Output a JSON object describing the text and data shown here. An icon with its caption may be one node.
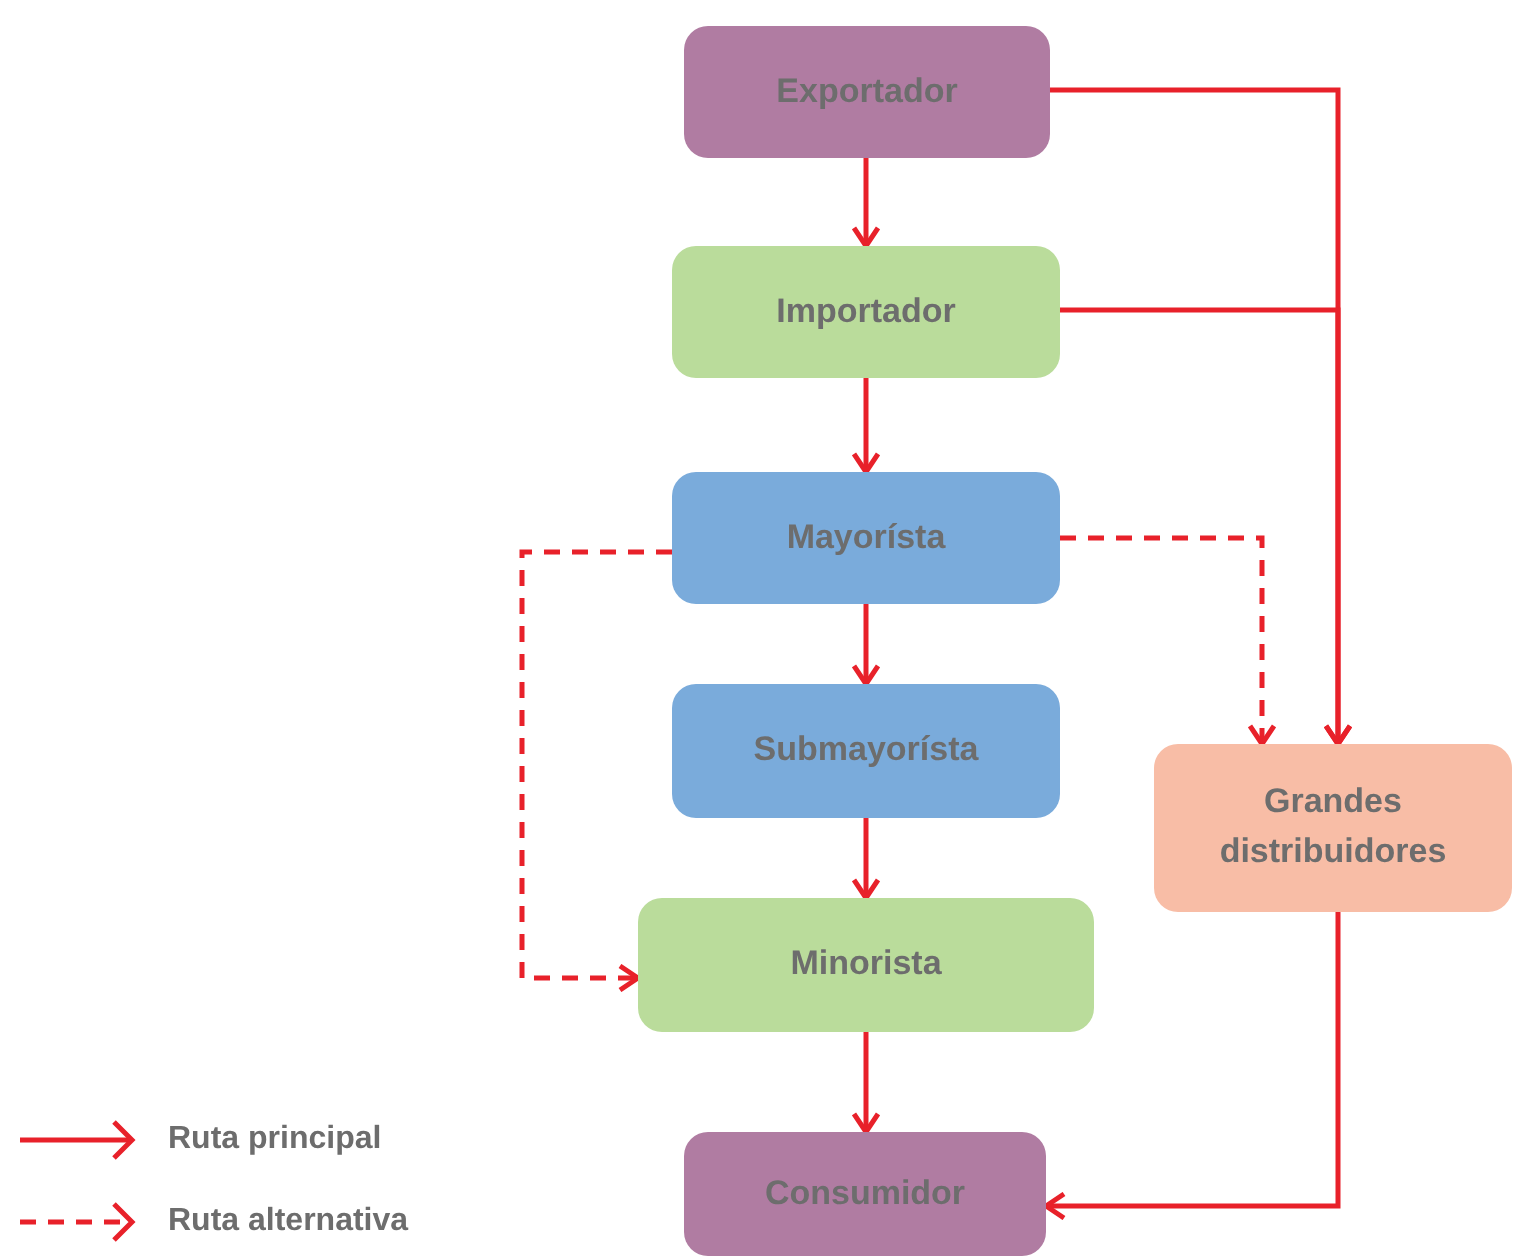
{
  "diagram": {
    "nodes": [
      {
        "text": [
          "Exportador"
        ]
      },
      {
        "text": [
          "Importador"
        ]
      },
      {
        "text": [
          "Mayorísta"
        ]
      },
      {
        "text": [
          "Submayorísta"
        ]
      },
      {
        "text": [
          "Grandes distribuidores"
        ]
      },
      {
        "text": [
          "Minorista"
        ]
      },
      {
        "text": [
          "Consumidor"
        ]
      }
    ],
    "edges": [
      {
        "from": 0,
        "to": 1,
        "arrow": "to"
      },
      {
        "from": 1,
        "to": 2,
        "arrow": "to"
      },
      {
        "from": 2,
        "to": 3,
        "arrow": "to"
      },
      {
        "from": 3,
        "to": 5,
        "arrow": "to"
      },
      {
        "from": 5,
        "to": 6,
        "arrow": "to"
      },
      {
        "from": 0,
        "to": 4,
        "arrow": "to"
      },
      {
        "from": 1,
        "to": 4,
        "arrow": "to"
      },
      {
        "from": 2,
        "to": 4,
        "arrow": "to",
        "style": "dashed"
      },
      {
        "from": 2,
        "to": 5,
        "arrow": "to",
        "style": "dashed"
      },
      {
        "from": 4,
        "to": 6,
        "arrow": "to"
      }
    ],
    "legend": [
      {
        "text": "Ruta principal"
      },
      {
        "text": "Ruta alternativa"
      }
    ]
  }
}
